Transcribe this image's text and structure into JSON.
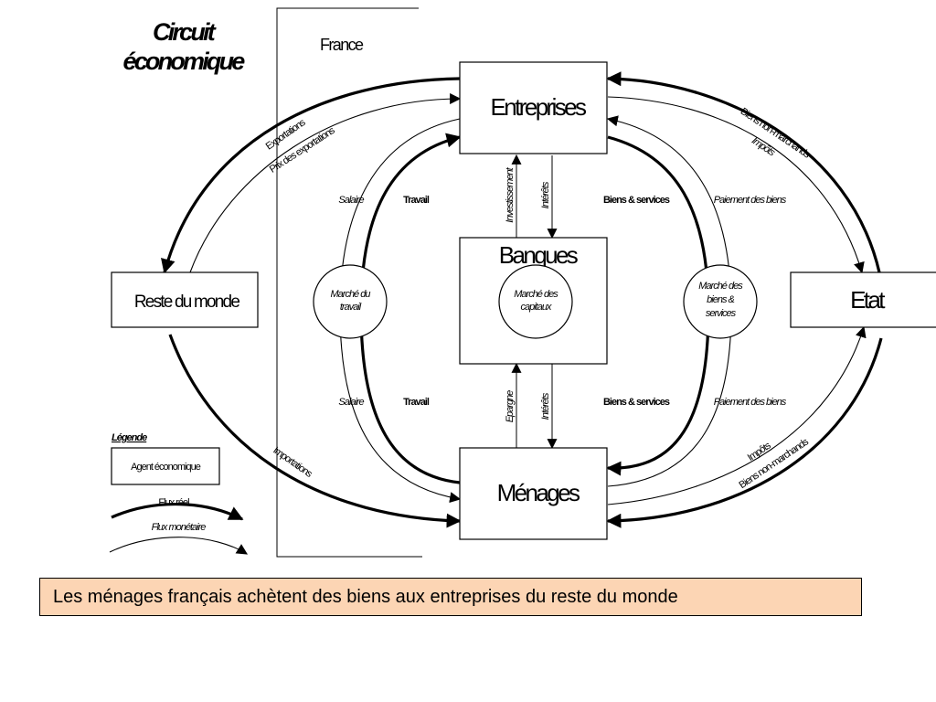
{
  "title_line1": "Circuit",
  "title_line2": "économique",
  "country": "France",
  "agents": {
    "entreprises": "Entreprises",
    "banques": "Banques",
    "menages": "Ménages",
    "reste_du_monde": "Reste du monde",
    "etat": "Etat"
  },
  "markets": {
    "travail_line1": "Marché du",
    "travail_line2": "travail",
    "capitaux_line1": "Marché des",
    "capitaux_line2": "capitaux",
    "biens_line1": "Marché des",
    "biens_line2": "biens &",
    "biens_line3": "services"
  },
  "flows": {
    "salaire": "Salaire",
    "travail": "Travail",
    "biens_services": "Biens & services",
    "paiement_biens": "Paiement des biens",
    "investissement": "Investissement",
    "interets": "Intérêts",
    "epargne": "Epargne",
    "exportations": "Exportations",
    "prix_exportations": "Prix des exportations",
    "importations": "Importations",
    "biens_non_marchands": "Biens non-marchands",
    "impots": "Impôts"
  },
  "legend": {
    "title": "Légende",
    "agent": "Agent économique",
    "flux_reel": "Flux réel",
    "flux_monetaire": "Flux monétaire"
  },
  "caption": "Les ménages français achètent des biens aux entreprises du reste du monde",
  "colors": {
    "caption_bg": "#fcd5b4",
    "lines": "#000000"
  }
}
